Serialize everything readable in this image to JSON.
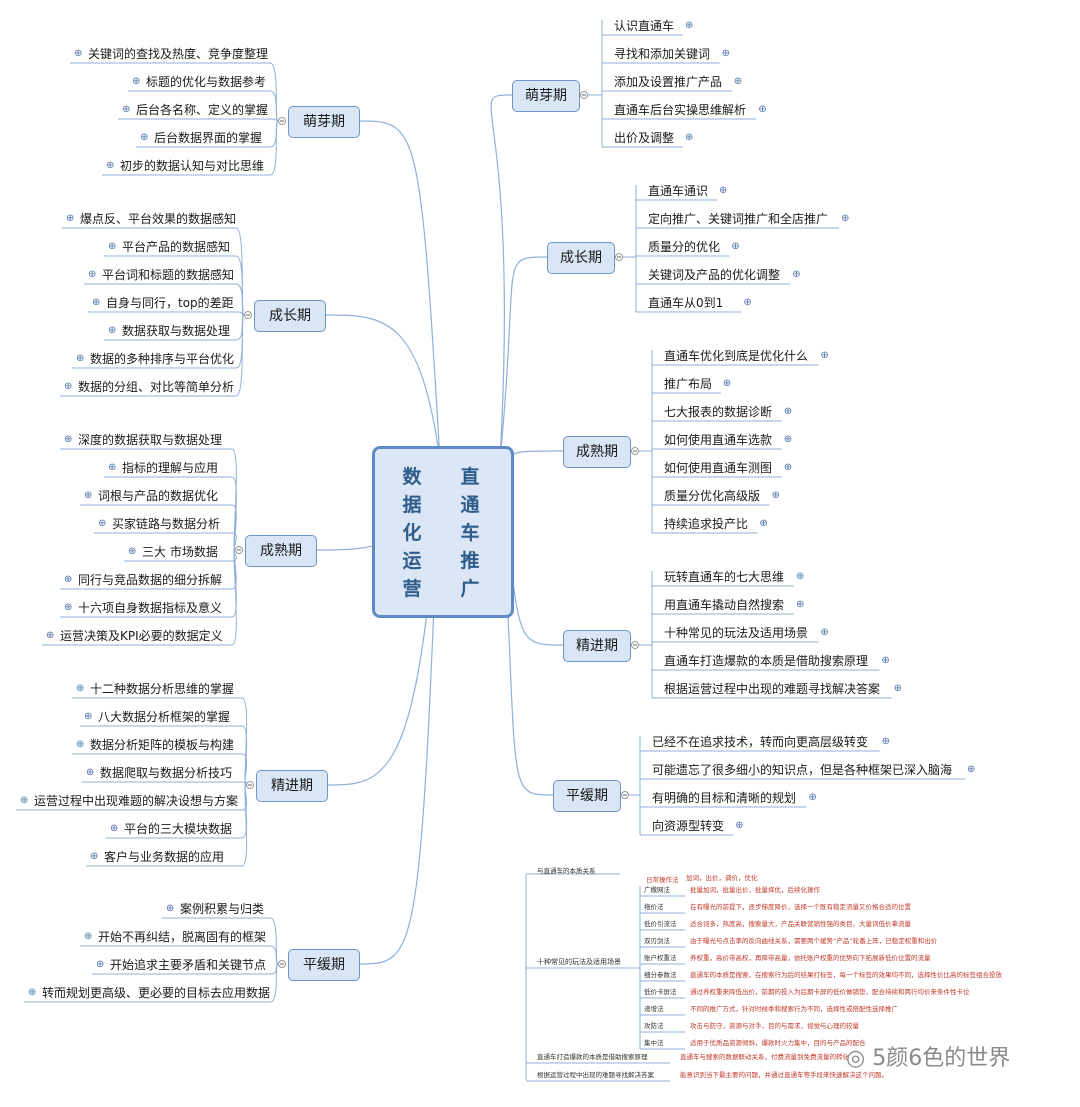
{
  "center": {
    "col1": "数据化运营",
    "col2": "直通车推广"
  },
  "left_branches": [
    {
      "label": "萌芽期",
      "items": [
        "关键词的查找及热度、竞争度整理",
        "标题的优化与数据参考",
        "后台各名称、定义的掌握",
        "后台数据界面的掌握",
        "初步的数据认知与对比思维"
      ]
    },
    {
      "label": "成长期",
      "items": [
        "爆点反、平台效果的数据感知",
        "平台产品的数据感知",
        "平台词和标题的数据感知",
        "自身与同行，top的差距",
        "数据获取与数据处理",
        "数据的多种排序与平台优化",
        "数据的分组、对比等简单分析"
      ]
    },
    {
      "label": "成熟期",
      "items": [
        "深度的数据获取与数据处理",
        "指标的理解与应用",
        "词根与产品的数据优化",
        "买家链路与数据分析",
        "三大 市场数据",
        "同行与竞品数据的细分拆解",
        "十六项自身数据指标及意义",
        "运营决策及KPI必要的数据定义"
      ]
    },
    {
      "label": "精进期",
      "items": [
        "十二种数据分析思维的掌握",
        "八大数据分析框架的掌握",
        "数据分析矩阵的模板与构建",
        "数据爬取与数据分析技巧",
        "运营过程中出现难题的解决设想与方案",
        "平台的三大模块数据",
        "客户与业务数据的应用"
      ]
    },
    {
      "label": "平缓期",
      "items": [
        "案例积累与归类",
        "开始不再纠结，脱离固有的框架",
        "开始追求主要矛盾和关键节点",
        "转而规划更高级、更必要的目标去应用数据"
      ]
    }
  ],
  "right_branches": [
    {
      "label": "萌芽期",
      "items": [
        "认识直通车",
        "寻找和添加关键词",
        "添加及设置推广产品",
        "直通车后台实操思维解析",
        "出价及调整"
      ]
    },
    {
      "label": "成长期",
      "items": [
        "直通车通识",
        "定向推广、关键词推广和全店推广",
        "质量分的优化",
        "关键词及产品的优化调整",
        "直通车从0到1"
      ]
    },
    {
      "label": "成熟期",
      "items": [
        "直通车优化到底是优化什么",
        "推广布局",
        "七大报表的数据诊断",
        "如何使用直通车选款",
        "如何使用直通车测图",
        "质量分优化高级版",
        "持续追求投产比"
      ]
    },
    {
      "label": "精进期",
      "items": [
        "玩转直通车的七大思维",
        "用直通车撬动自然搜索",
        "十种常见的玩法及适用场景",
        "直通车打造爆款的本质是借助搜索原理",
        "根据运营过程中出现的难题寻找解决答案"
      ]
    },
    {
      "label": "平缓期",
      "items": [
        "已经不在追求技术，转而向更高层级转变",
        "可能遗忘了很多细小的知识点，但是各种框架已深入脑海",
        "有明确的目标和清晰的规划",
        "向资源型转变"
      ]
    }
  ],
  "inset": {
    "top_line": "与直通车的本质关系",
    "main_label": "十种常见的玩法及适用场景",
    "header_red": "日常操作法",
    "header_red2": "加词，出价，调价，优化",
    "rows": [
      {
        "name": "广撒网法",
        "desc": "批量加词，批量出价，批量择优，后续化操作"
      },
      {
        "name": "拖价法",
        "desc": "在有曝光的前提下，逐步梯度降价，选择一个既有稳定流量又价格合适的位置"
      },
      {
        "name": "低价引流法",
        "desc": "适合词多，热度高，搜索量大，产品关联营销性强的类目，大量词低价拿流量"
      },
      {
        "name": "双刃剑法",
        "desc": "由于曝光与点击率的反向曲线关系，需要两个缓势“产品”轮番上阵，已稳定权重和出价"
      },
      {
        "name": "账户权重法",
        "desc": "养权重，高价带高权，再降带高量，依托账户权重的优势向下拓展新低价位置的流量"
      },
      {
        "name": "细分参数法",
        "desc": "直通车的本质是搜索，在搜索行为后的结果打标签，每一个标签的效果均不同，选择性价比高的标签组合投放"
      },
      {
        "name": "低价卡屏法",
        "desc": "通过养权重来降低出价，前期的投入为后期卡屏的低价做铺垫，配合持续和两行均价来条件性卡位"
      },
      {
        "name": "递增法",
        "desc": "不同的推广方式，针对时候季和搜索行为不同，选择性或搭配性选择推广"
      },
      {
        "name": "攻防法",
        "desc": "攻击与防守，资源与对手，目的与需求，视觉与心理的较量"
      },
      {
        "name": "集中法",
        "desc": "适用于优质品资源倾斜，爆款时火力集中，目的与产品的配合"
      }
    ],
    "bottom_rows": [
      {
        "name": "直通车打造爆款的本质是借助搜索原理",
        "desc": "直通车与搜索的数据联动关系，付费流量到免费流量的转化"
      },
      {
        "name": "根据运营过程中出现的难题寻找解决答案",
        "desc": "能意识到当下最主要的问题，并通过直通车等手段来快速解决这个问题。"
      }
    ]
  },
  "watermark": "5颜6色的世界",
  "colors": {
    "line": "#8fb0d9",
    "branch_fill": "#d9e6f5",
    "branch_border": "#6f95c8",
    "center_text": "#2f5c8a",
    "red": "#c0392b"
  }
}
